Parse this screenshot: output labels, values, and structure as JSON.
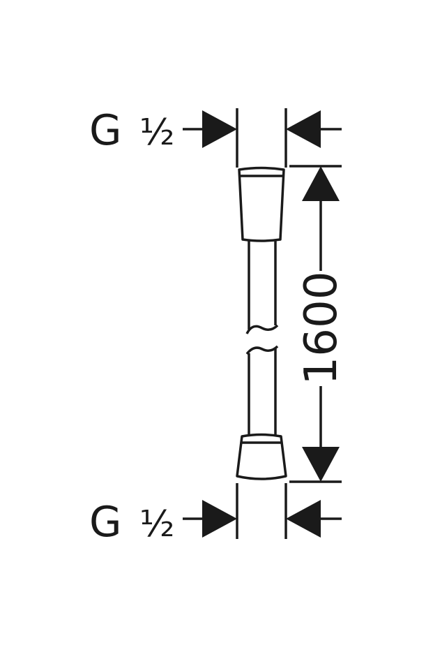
{
  "drawing": {
    "top_thread_letter": "G",
    "top_thread_size": "½",
    "bottom_thread_letter": "G",
    "bottom_thread_size": "½",
    "length_dimension": "1600",
    "line_color": "#1a1a1a",
    "background": "#ffffff"
  }
}
